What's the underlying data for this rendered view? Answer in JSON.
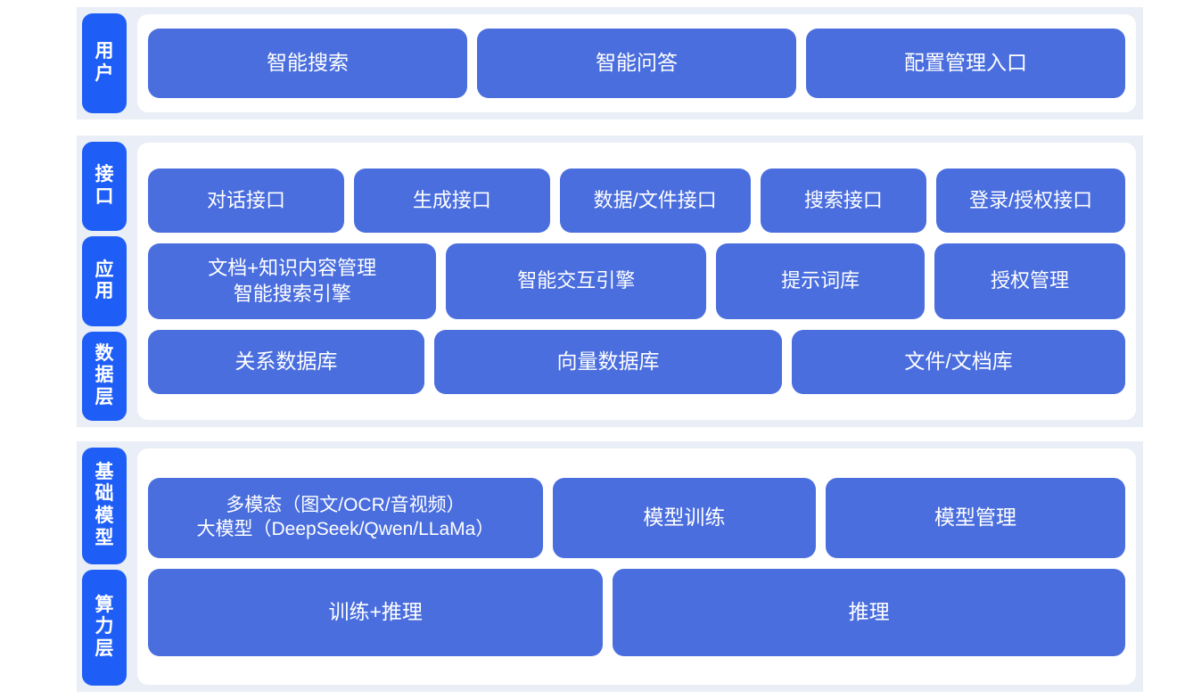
{
  "diagram": {
    "colors": {
      "band_background": "#e9eef7",
      "panel_background": "#ffffff",
      "side_label": "#1f5ef6",
      "card": "#4a6ede",
      "card_text": "#ffffff",
      "page_background": "#ffffff"
    },
    "sections": [
      {
        "id": "user",
        "labels": [
          "用户"
        ],
        "rows": [
          {
            "id": "user-row",
            "cards": [
              "智能搜索",
              "智能问答",
              "配置管理入口"
            ]
          }
        ]
      },
      {
        "id": "middle",
        "labels": [
          "接口",
          "应用",
          "数据层"
        ],
        "rows": [
          {
            "id": "interface-row",
            "cards": [
              "对话接口",
              "生成接口",
              "数据/文件接口",
              "搜索接口",
              "登录/授权接口"
            ]
          },
          {
            "id": "application-row",
            "cards": [
              "文档+知识内容管理\n智能搜索引擎",
              "智能交互引擎",
              "提示词库",
              "授权管理"
            ]
          },
          {
            "id": "data-row",
            "cards": [
              "关系数据库",
              "向量数据库",
              "文件/文档库"
            ]
          }
        ]
      },
      {
        "id": "base",
        "labels": [
          "基础模型",
          "算力层"
        ],
        "rows": [
          {
            "id": "model-row",
            "cards": [
              "多模态（图文/OCR/音视频）\n大模型（DeepSeek/Qwen/LLaMa）",
              "模型训练",
              "模型管理"
            ]
          },
          {
            "id": "compute-row",
            "cards": [
              "训练+推理",
              "推理"
            ]
          }
        ]
      }
    ]
  }
}
